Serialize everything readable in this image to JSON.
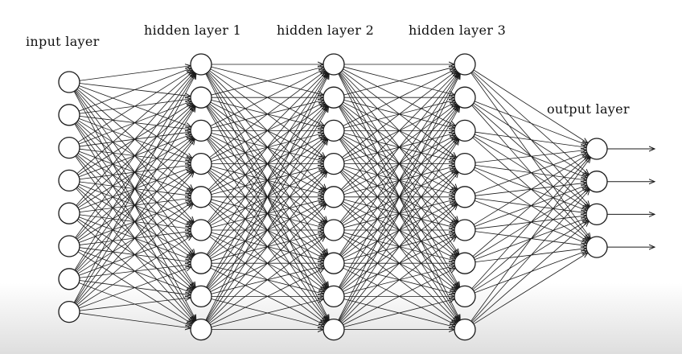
{
  "diagram": {
    "layers": [
      {
        "id": "input",
        "label": "input layer",
        "neurons": 8
      },
      {
        "id": "h1",
        "label": "hidden layer 1",
        "neurons": 9
      },
      {
        "id": "h2",
        "label": "hidden layer 2",
        "neurons": 9
      },
      {
        "id": "h3",
        "label": "hidden layer 3",
        "neurons": 9
      },
      {
        "id": "output",
        "label": "output layer",
        "neurons": 4
      }
    ],
    "connectivity": "fully-connected",
    "output_arrows": true,
    "colors": {
      "line": "#1a1a1a",
      "node_fill": "#ffffff",
      "node_stroke": "#1a1a1a",
      "text": "#111111"
    }
  }
}
